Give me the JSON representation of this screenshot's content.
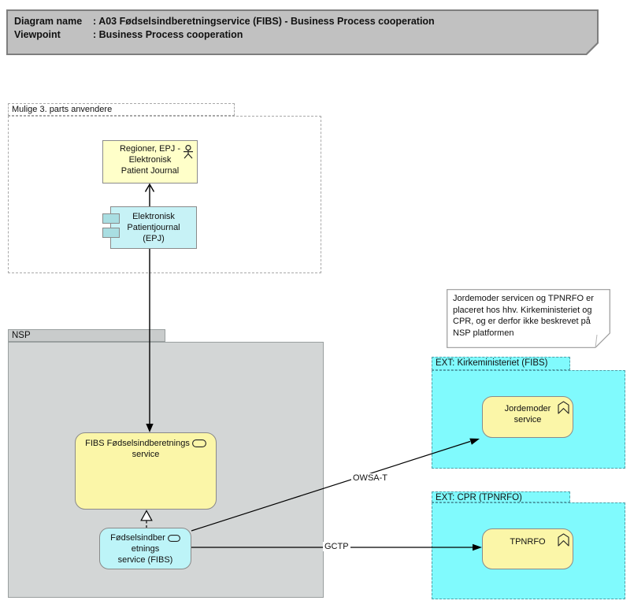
{
  "title_block": {
    "line1_label": "Diagram name",
    "line2_label": "Viewpoint",
    "separator": ":",
    "line1_value": "A03 Fødselsindberetningservice (FIBS) - Business Process cooperation",
    "line2_value": "Business Process cooperation"
  },
  "groups": {
    "mulige": {
      "label": "Mulige 3. parts anvendere"
    },
    "nsp": {
      "label": "NSP"
    },
    "ext_kirke": {
      "label": "EXT: Kirkeministeriet (FIBS)"
    },
    "ext_cpr": {
      "label": "EXT: CPR (TPNRFO)"
    }
  },
  "nodes": {
    "regioner_actor": {
      "lines": [
        "Regioner, EPJ -",
        "Elektronisk",
        "Patient Journal"
      ],
      "icon": "actor-icon"
    },
    "epj_component": {
      "lines": [
        "Elektronisk",
        "Patientjournal",
        "(EPJ)"
      ],
      "icon": "component-icon"
    },
    "fibs_service": {
      "lines": [
        "FIBS Fødselsindberetnings",
        "service"
      ],
      "icon": "service-icon"
    },
    "foedsel_service": {
      "lines": [
        "Fødselsindber",
        "etnings",
        "service (FIBS)"
      ],
      "icon": "service-icon"
    },
    "jordemoder_service": {
      "lines": [
        "Jordemoder",
        "service"
      ],
      "icon": "function-icon"
    },
    "tpnrfo": {
      "lines": [
        "TPNRFO"
      ],
      "icon": "function-icon"
    }
  },
  "note": {
    "lines": [
      "Jordemoder servicen og TPNRFO er",
      "placeret hos hhv. Kirkeministeriet og",
      "CPR, og er derfor ikke beskrevet på",
      "NSP platformen"
    ]
  },
  "connections": {
    "owsa_label": "OWSA-T",
    "gctp_label": "GCTP"
  },
  "colors": {
    "title_fill": "#c1c1c1",
    "title_border": "#7e7e7e",
    "group_dash": "#a8a8a8",
    "nsp_tab": "#c9cccc",
    "nsp_body": "#d3d6d6",
    "nsp_border": "#999f9f",
    "folder_fill": "#80fafd",
    "folder_border": "#4f9fa8",
    "node_yellow": "#fbf6a8",
    "actor_yellow": "#ffffc9",
    "node_cyan": "#c7f2f6",
    "node_cyan2": "#bdf4f8",
    "component_tab": "#a9dee2",
    "node_border": "#8a8a8a",
    "line_color": "#000000"
  }
}
